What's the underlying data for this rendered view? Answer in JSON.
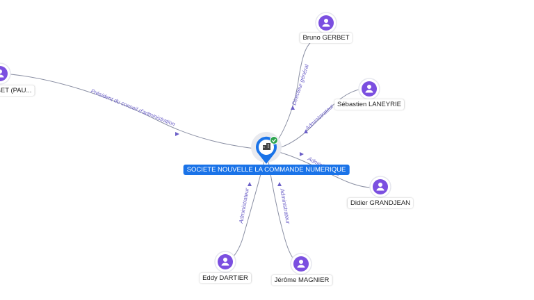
{
  "center": {
    "label": "SOCIETE NOUVELLE LA COMMANDE NUMERIQUE",
    "icon": "building-icon",
    "badge": "check-icon"
  },
  "people": [
    {
      "id": "bruno",
      "label": "Bruno GERBET",
      "role": "Directeur général"
    },
    {
      "id": "sebastien",
      "label": "Sébastien LANEYRIE",
      "role": "Administrateur"
    },
    {
      "id": "didier",
      "label": "Didier GRANDJEAN",
      "role": "Administrateur"
    },
    {
      "id": "jerome",
      "label": "Jérôme MAGNIER",
      "role": "Administrateur"
    },
    {
      "id": "eddy",
      "label": "Eddy DARTIER",
      "role": "Administrateur"
    },
    {
      "id": "gerbet-pau",
      "label": "BET (PAU...",
      "role": "Président du conseil d'administration"
    }
  ],
  "colors": {
    "person": "#7b4fe0",
    "company": "#1a73e8",
    "edge": "#8a8fa3",
    "edge_label": "#6b5fc7",
    "badge": "#2ea44f"
  }
}
